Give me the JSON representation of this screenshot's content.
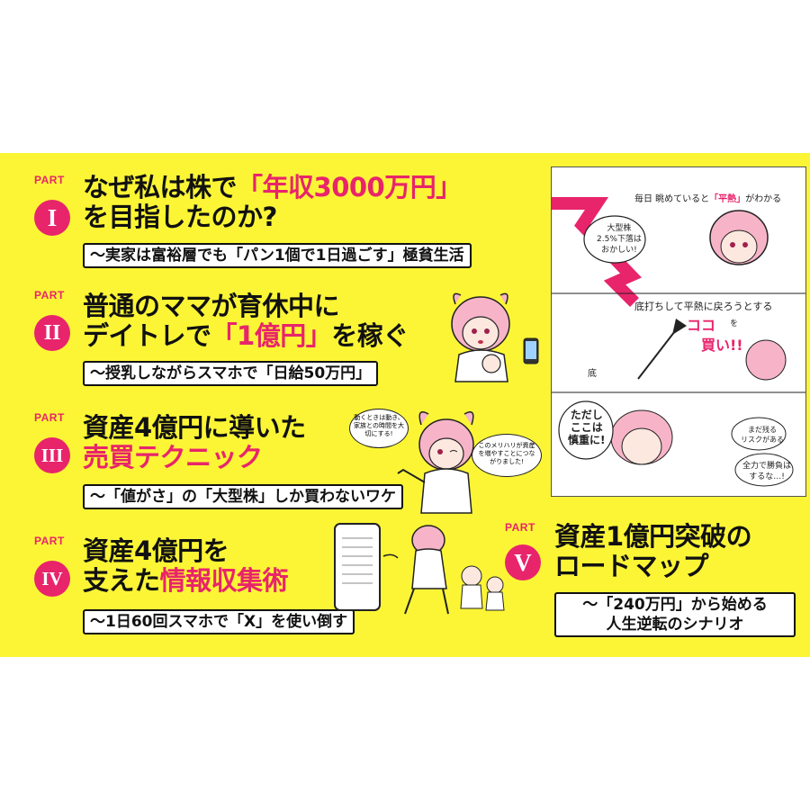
{
  "parts": [
    {
      "label": "PART",
      "numeral": "I",
      "title_prefix": "なぜ私は株で",
      "title_highlight": "「年収3000万円」",
      "title_line2": "を目指したのか?",
      "subtitle": "～実家は富裕層でも「パン1個で1日過ごす」極貧生活"
    },
    {
      "label": "PART",
      "numeral": "II",
      "title_line1": "普通のママが育休中に",
      "title_line2_prefix": "デイトレで",
      "title_line2_highlight": "「1億円」",
      "title_line2_suffix": "を稼ぐ",
      "subtitle": "～授乳しながらスマホで「日給50万円」"
    },
    {
      "label": "PART",
      "numeral": "III",
      "title_line1": "資産4億円に導いた",
      "title_line2_highlight": "売買テクニック",
      "subtitle": "～「値がさ」の「大型株」しか買わないワケ"
    },
    {
      "label": "PART",
      "numeral": "IV",
      "title_line1": "資産4億円を",
      "title_line2_prefix": "支えた",
      "title_line2_highlight": "情報収集術",
      "subtitle": "～1日60回スマホで「X」を使い倒す"
    },
    {
      "label": "PART",
      "numeral": "V",
      "title_line1": "資産1億円突破の",
      "title_line2": "ロードマップ",
      "subtitle_line1": "～「240万円」から始める",
      "subtitle_line2": "人生逆転のシナリオ"
    }
  ],
  "illustrations": {
    "part3_bubble1": "動くときは動き、家族との時間を大切にする!",
    "part3_bubble2": "このメリハリが資産を増やすことにつながりました!"
  },
  "manga": {
    "caption_top_prefix": "毎日 眺めていると",
    "caption_top_highlight": "「平熱」",
    "caption_top_suffix": "がわかる",
    "bubble_stock_1": "大型株",
    "bubble_stock_2": "2.5%下落は",
    "bubble_stock_3": "おかしい!",
    "caption_rebound": "底打ちして平熱に戻ろうとする",
    "koko": "ココ",
    "wo": "を",
    "kai": "買い!!",
    "bottom_label": "底",
    "bubble_careful_1": "ただし",
    "bubble_careful_2": "ここは",
    "bubble_careful_3": "慎重に!",
    "risk_1": "まだ残る",
    "risk_2": "リスクがある",
    "fullpower_1": "全力で勝負は",
    "fullpower_2": "するな…!"
  },
  "colors": {
    "accent": "#e8246b",
    "background_band": "#fbf536"
  }
}
